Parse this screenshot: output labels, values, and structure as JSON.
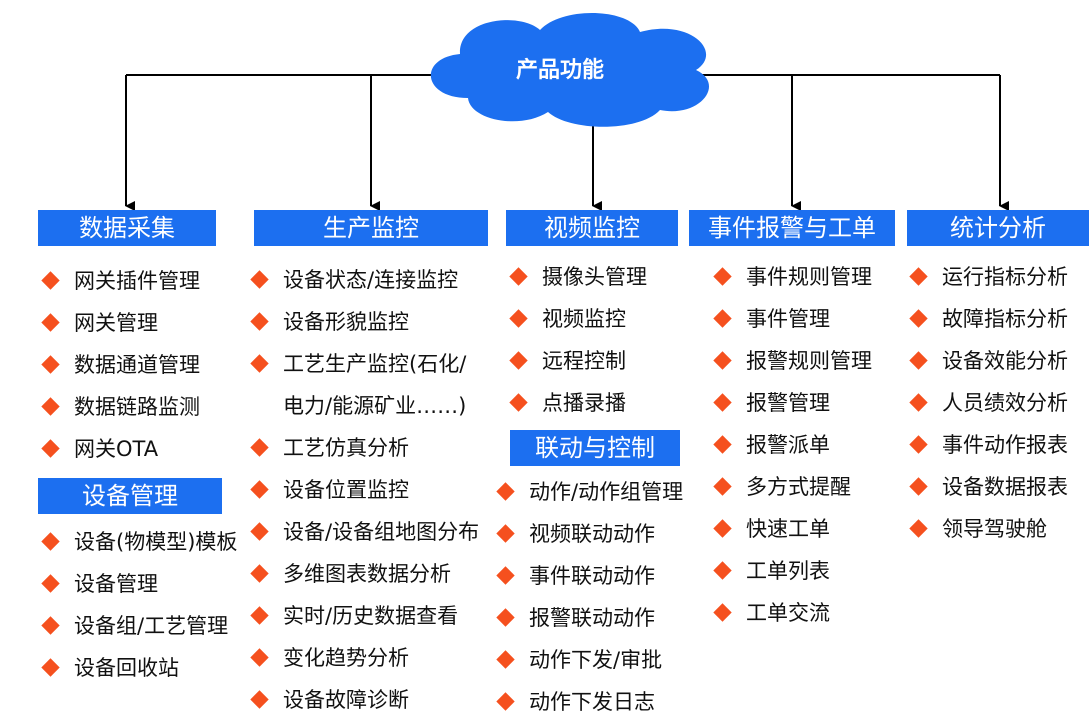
{
  "root": {
    "title": "产品功能",
    "color": "#1c6ff0"
  },
  "colors": {
    "header_bg": "#1c6ff0",
    "header_text": "#ffffff",
    "bullet": "#f5501e",
    "line": "#000000"
  },
  "categories": [
    {
      "title": "数据采集",
      "items": [
        "网关插件管理",
        "网关管理",
        "数据通道管理",
        "数据链路监测",
        "网关OTA"
      ]
    },
    {
      "title": "设备管理",
      "items": [
        "设备(物模型)模板",
        "设备管理",
        "设备组/工艺管理",
        "设备回收站"
      ]
    },
    {
      "title": "生产监控",
      "items": [
        "设备状态/连接监控",
        "设备形貌监控",
        "工艺生产监控(石化/",
        "电力/能源矿业……)",
        "工艺仿真分析",
        "设备位置监控",
        "设备/设备组地图分布",
        "多维图表数据分析",
        "实时/历史数据查看",
        "变化趋势分析",
        "设备故障诊断"
      ]
    },
    {
      "title": "视频监控",
      "items": [
        "摄像头管理",
        "视频监控",
        "远程控制",
        "点播录播"
      ]
    },
    {
      "title": "联动与控制",
      "items": [
        "动作/动作组管理",
        "视频联动动作",
        "事件联动动作",
        "报警联动动作",
        "动作下发/审批",
        "动作下发日志"
      ]
    },
    {
      "title": "事件报警与工单",
      "items": [
        "事件规则管理",
        "事件管理",
        "报警规则管理",
        "报警管理",
        "报警派单",
        "多方式提醒",
        "快速工单",
        "工单列表",
        "工单交流"
      ]
    },
    {
      "title": "统计分析",
      "items": [
        "运行指标分析",
        "故障指标分析",
        "设备效能分析",
        "人员绩效分析",
        "事件动作报表",
        "设备数据报表",
        "领导驾驶舱"
      ]
    }
  ]
}
